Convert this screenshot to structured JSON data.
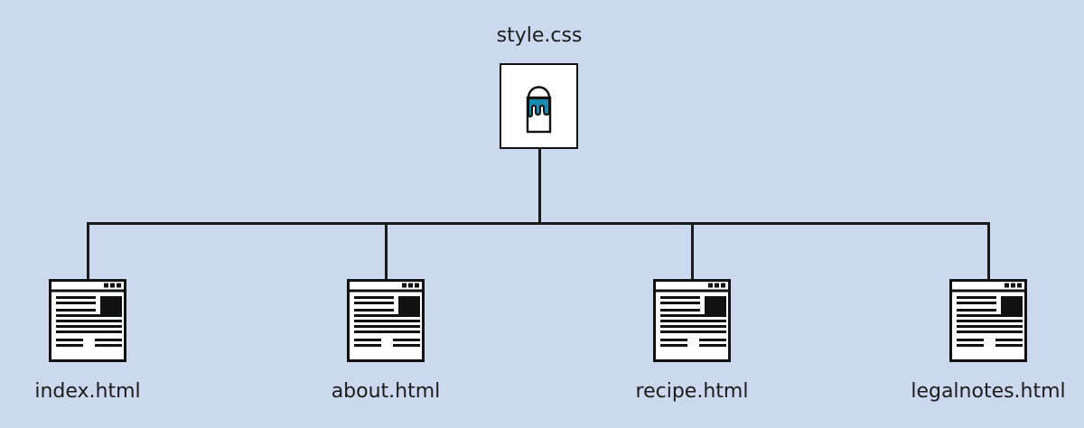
{
  "diagram": {
    "type": "tree",
    "background_color": "#cbd8ee",
    "line_color": "#1a1a1a",
    "accent_color": "#1a8ab0",
    "root": {
      "label": "style.css",
      "icon": "paint-bucket-icon"
    },
    "children": [
      {
        "label": "index.html",
        "icon": "web-page-icon"
      },
      {
        "label": "about.html",
        "icon": "web-page-icon"
      },
      {
        "label": "recipe.html",
        "icon": "web-page-icon"
      },
      {
        "label": "legalnotes.html",
        "icon": "web-page-icon"
      }
    ]
  }
}
